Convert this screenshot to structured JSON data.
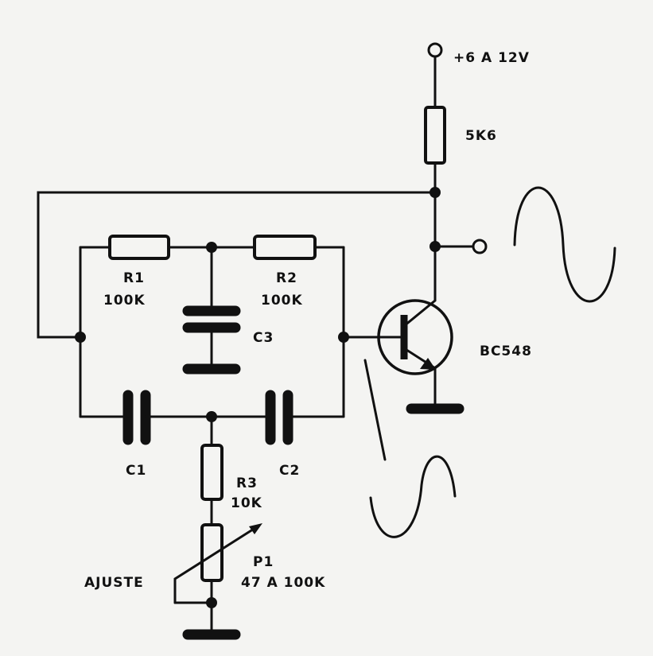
{
  "labels": {
    "supply": "+6 A 12V",
    "rc": "5K6",
    "r1_name": "R1",
    "r1_value": "100K",
    "r2_name": "R2",
    "r2_value": "100K",
    "c3": "C3",
    "transistor": "BC548",
    "c1": "C1",
    "c2": "C2",
    "r3_name": "R3",
    "r3_value": "10K",
    "p1_name": "P1",
    "p1_value": "47 A 100K",
    "adjust": "AJUSTE"
  }
}
